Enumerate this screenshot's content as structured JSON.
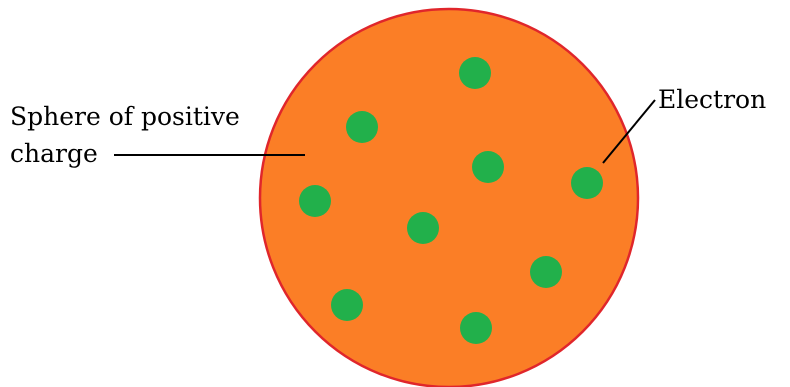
{
  "labels": {
    "sphere_line1": "Sphere of positive",
    "sphere_line2": "charge",
    "electron": "Electron"
  },
  "colors": {
    "sphere_fill": "#FB7E26",
    "sphere_stroke": "#E0262B",
    "electron_fill": "#22B04B",
    "line": "#000000"
  },
  "electron_count": 9
}
